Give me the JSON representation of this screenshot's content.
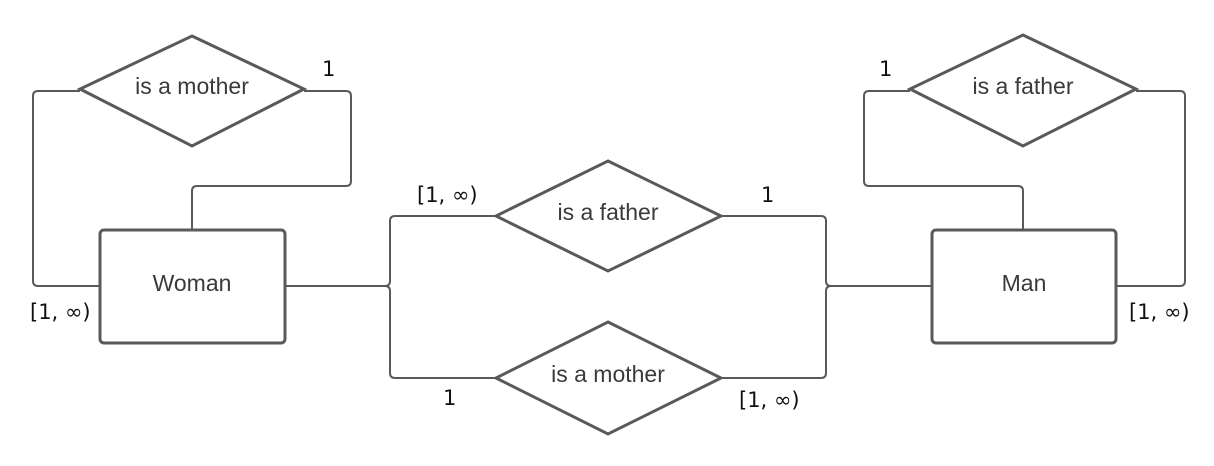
{
  "entities": {
    "woman": "Woman",
    "man": "Man"
  },
  "relationships": {
    "woman_self": "is a mother",
    "man_self": "is a father",
    "father_link": "is a father",
    "mother_link": "is a mother"
  },
  "cardinalities": {
    "woman_self_top": "1",
    "woman_self_bottom": "[1, ∞)",
    "man_self_top": "1",
    "man_self_bottom": "[1, ∞)",
    "father_link_left": "[1, ∞)",
    "father_link_right": "1",
    "mother_link_left": "1",
    "mother_link_right": "[1, ∞)"
  },
  "colors": {
    "stroke": "#595959",
    "text": "#3a3a3a"
  }
}
